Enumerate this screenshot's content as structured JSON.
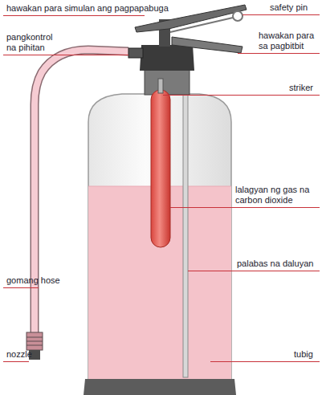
{
  "diagram": {
    "labels": [
      "hawakan para simulan ang pagpapabuga",
      "safety pin",
      "pangkontrol na pihitan",
      "hawakan para sa pagbitbit",
      "striker",
      "lalagyan ng gas na carbon dioxide",
      "gomang hose",
      "palabas na daluyan",
      "nozzle",
      "tubig"
    ]
  }
}
